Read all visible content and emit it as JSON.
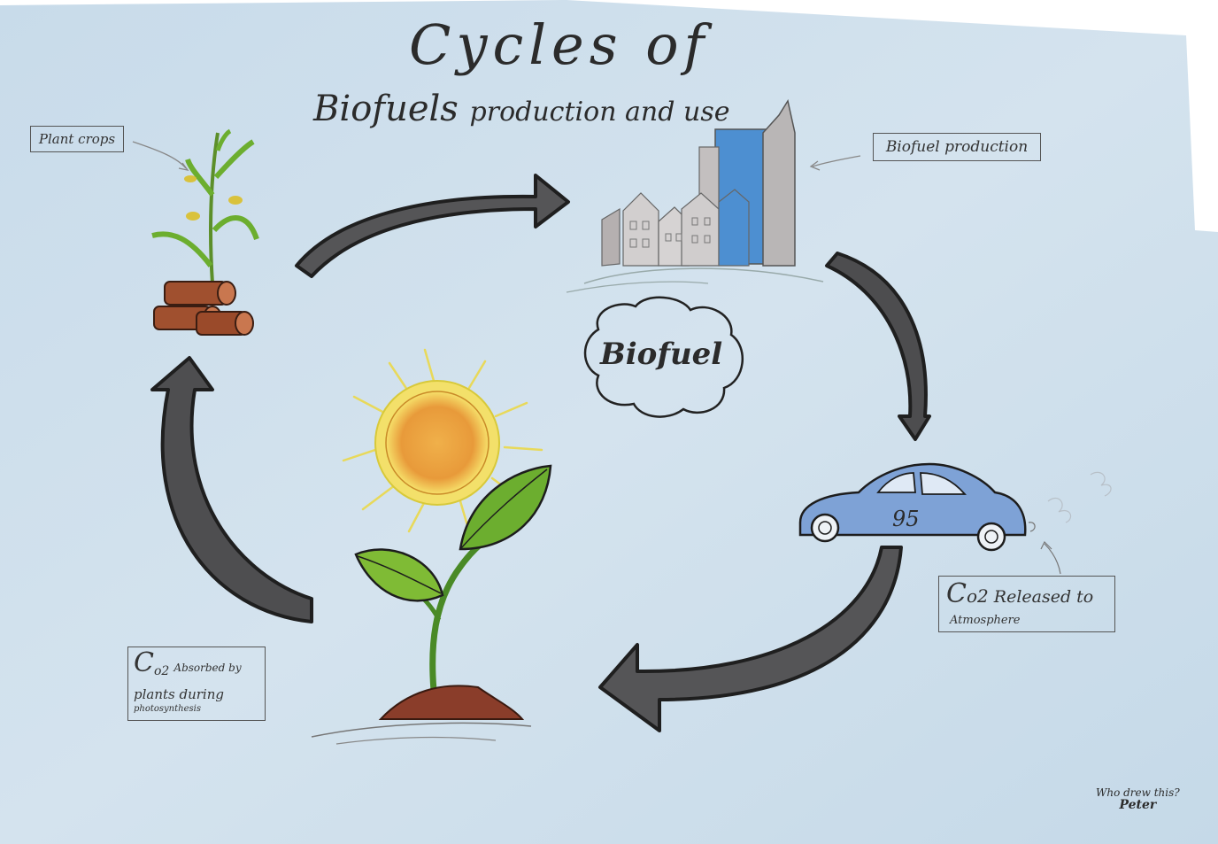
{
  "title": {
    "line1": "Cycles of",
    "line2_main": "Biofuels",
    "line2_rest": "production and use"
  },
  "labels": {
    "plant_crops": "Plant crops",
    "biofuel_production": "Biofuel production",
    "biofuel": "Biofuel",
    "car_number": "95",
    "co2_released": {
      "c": "C",
      "sub": "o2",
      "rest": "Released to",
      "line2": "Atmosphere"
    },
    "co2_absorbed": {
      "c": "C",
      "sub": "o2",
      "rest": "Absorbed by",
      "line2": "plants during",
      "line3": "photosynthesis"
    }
  },
  "signature": {
    "line1": "Who drew this?",
    "line2": "Peter"
  },
  "colors": {
    "paper": "#cfe0ec",
    "arrow": "#4a4a4c",
    "arrow_outline": "#1f1f1f",
    "leaf_green": "#6cae2f",
    "sun_orange": "#f0a43a",
    "sun_yellow": "#f3e06a",
    "wood_brown": "#a0502f",
    "building_blue": "#4d8fd1",
    "building_grey": "#b9b6b6",
    "car_blue": "#7ea2d6",
    "soil": "#8a3d2a"
  }
}
